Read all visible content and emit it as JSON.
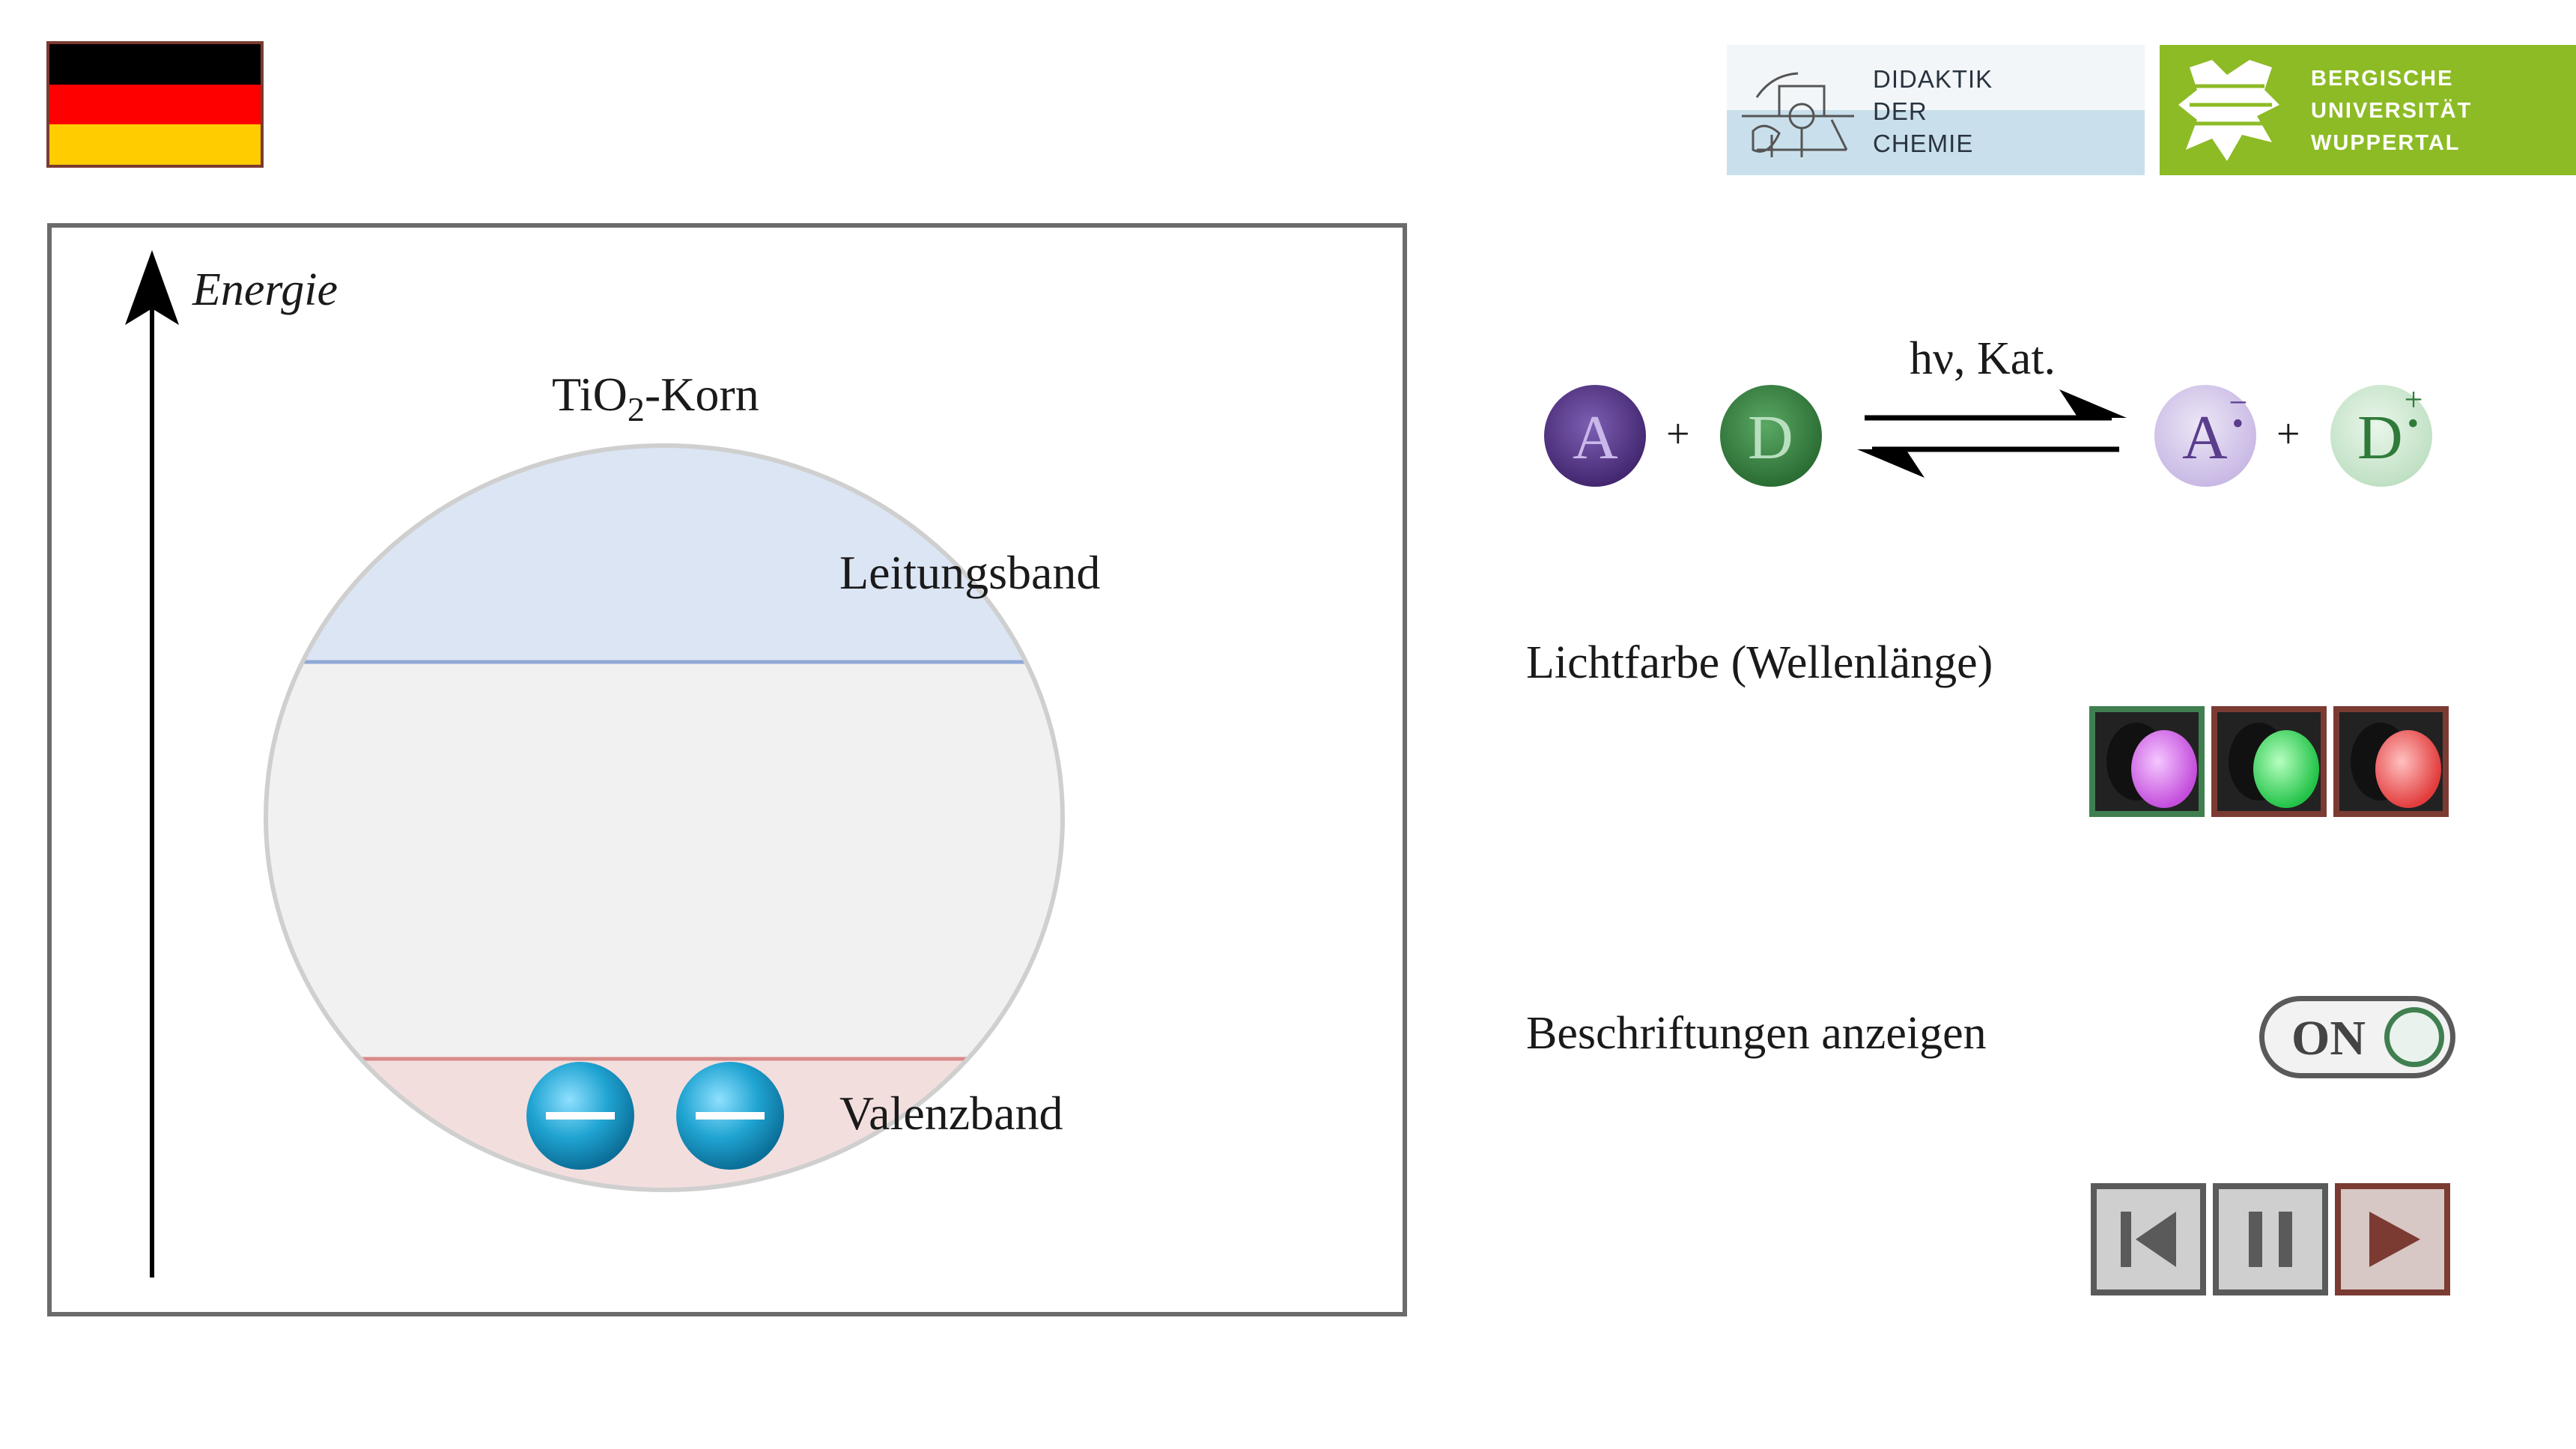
{
  "language": {
    "flag": "german-flag",
    "colors": [
      "#000000",
      "#ff0000",
      "#ffcc00"
    ]
  },
  "logos": {
    "didaktik": {
      "lines": [
        "DIDAKTIK",
        "DER",
        "CHEMIE"
      ]
    },
    "university": {
      "lines": [
        "BERGISCHE",
        "UNIVERSITÄT",
        "WUPPERTAL"
      ],
      "color": "#8dbb25"
    }
  },
  "diagram": {
    "energy_axis_label": "Energie",
    "grain_label_prefix": "TiO",
    "grain_label_sub": "2",
    "grain_label_suffix": "-Korn",
    "conduction_band": "Leitungsband",
    "valence_band": "Valenzband",
    "electrons_in_valence_band": 2,
    "colors": {
      "conduction": "#dbe5f3",
      "valence": "#f3dede",
      "grain": "#f1f1f1",
      "electron": "#1f9fce"
    }
  },
  "reaction": {
    "acceptor": "A",
    "donor": "D",
    "plus": "+",
    "condition": "hν, Kat.",
    "acceptor_radical": "A",
    "acceptor_charge": "−",
    "donor_radical": "D",
    "donor_charge": "+",
    "colors": {
      "acceptor": "#5a3d8c",
      "donor": "#3b8a45",
      "acceptor_radical": "#d8cdea",
      "donor_radical": "#d5ecd7"
    }
  },
  "light": {
    "heading": "Lichtfarbe (Wellenlänge)",
    "options": [
      {
        "name": "violet",
        "color": "#d86be8",
        "selected": true
      },
      {
        "name": "green",
        "color": "#38d95a",
        "selected": false
      },
      {
        "name": "red",
        "color": "#f05a5a",
        "selected": false
      }
    ]
  },
  "labels_toggle": {
    "heading": "Beschriftungen anzeigen",
    "state": "ON"
  },
  "playback": {
    "buttons": [
      "skip-back-icon",
      "pause-icon",
      "play-icon"
    ]
  }
}
